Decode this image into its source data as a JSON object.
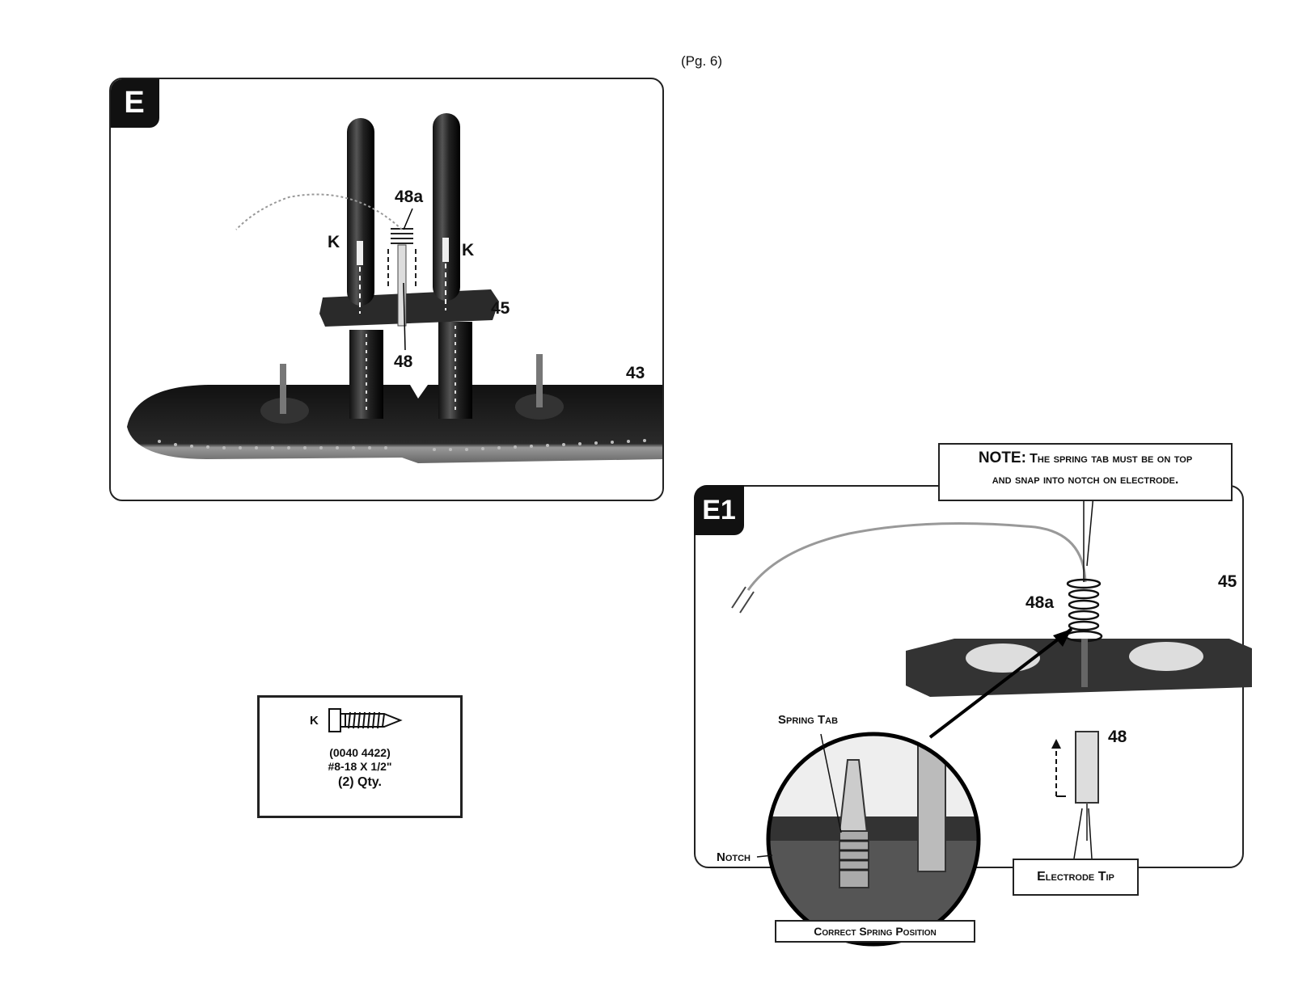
{
  "page": {
    "page_number": "(Pg. 6)"
  },
  "panel_e": {
    "tag": "E",
    "labels": {
      "spring": "48a",
      "screw_left": "K",
      "screw_right": "K",
      "bracket": "45",
      "electrode": "48",
      "burner": "43"
    }
  },
  "hardware": {
    "letter": "K",
    "part_number": "(0040 4422)",
    "size": "#8-18 X 1/2\"",
    "quantity": "(2) Qty."
  },
  "panel_e1": {
    "tag": "E1",
    "note_lead": "NOTE:",
    "note_line1": "The spring tab must be on top",
    "note_line2": "and snap into notch on electrode.",
    "labels": {
      "bracket": "45",
      "spring": "48a",
      "electrode": "48",
      "spring_tab": "Spring Tab",
      "notch": "Notch",
      "electrode_tip": "Electrode Tip",
      "correct_position": "Correct Spring Position"
    }
  }
}
